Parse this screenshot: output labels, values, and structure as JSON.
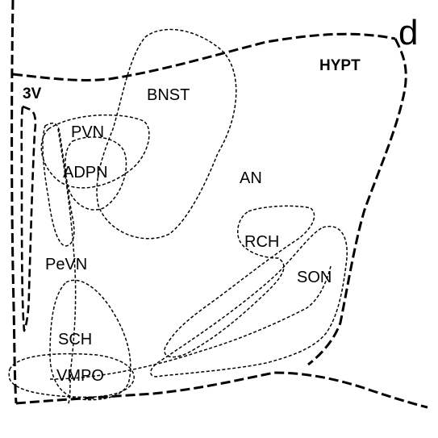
{
  "panel_letter": "d",
  "labels": {
    "hypt": "HYPT",
    "third_ventricle": "3V",
    "bnst": "BNST",
    "pvn": "PVN",
    "adpn": "ADPN",
    "an": "AN",
    "rch": "RCH",
    "pevn": "PeVN",
    "son": "SON",
    "sch": "SCH",
    "vmpo": "VMPO"
  }
}
